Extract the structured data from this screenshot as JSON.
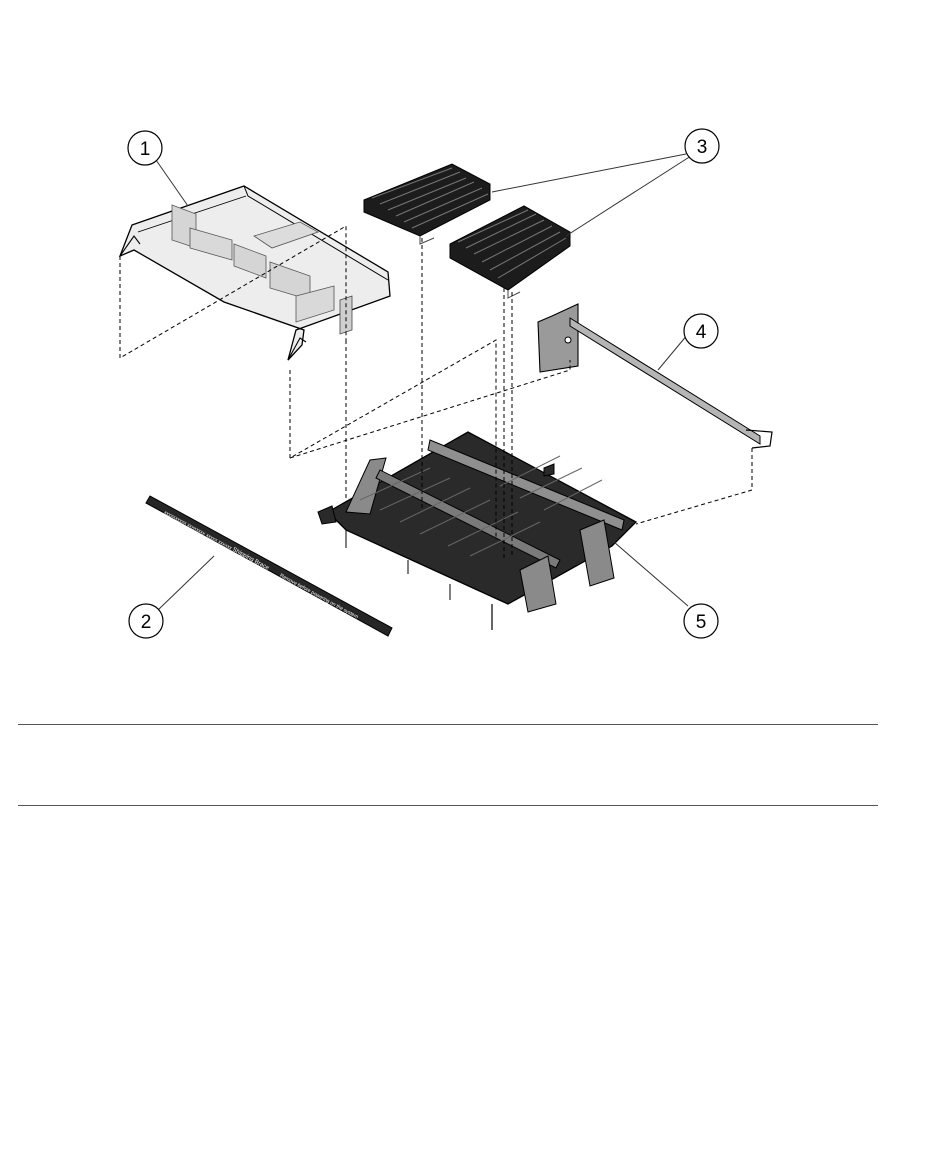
{
  "callouts": [
    {
      "number": "1",
      "part": "air-duct"
    },
    {
      "number": "2",
      "part": "shipping-brace"
    },
    {
      "number": "3",
      "part": "memory-modules"
    },
    {
      "number": "4",
      "part": "riser-retainer-arm"
    },
    {
      "number": "5",
      "part": "memory-riser-tray"
    }
  ],
  "shipping_brace": {
    "label_left": "xxxxxxxxxx xxxxxxxx xxxxx xxxxxx",
    "label_center": "Shipping Brace",
    "label_right": "Remove before powering on the system"
  },
  "colors": {
    "line": "#000000",
    "leader": "#333333",
    "duct_fill": "#ededed",
    "duct_inner": "#d5d5d5",
    "dark_part": "#2a2a2a",
    "module_dark": "#1c1c1c",
    "metal": "#8a8a8a",
    "rule": "#555555"
  }
}
